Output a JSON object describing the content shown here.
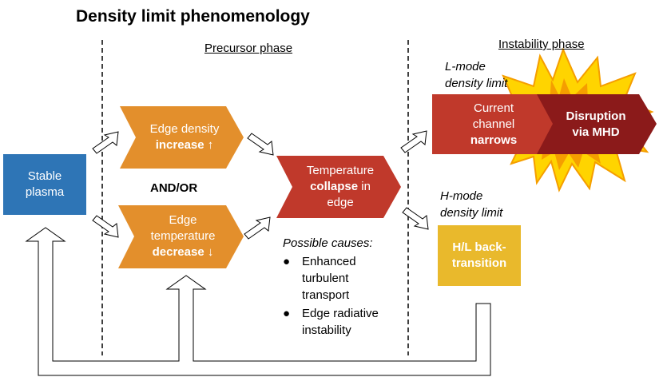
{
  "title": "Density limit phenomenology",
  "phases": {
    "precursor": "Precursor phase",
    "instability": "Instability phase"
  },
  "nodes": {
    "stable": {
      "line1": "Stable",
      "line2": "plasma",
      "color": "#2e75b6"
    },
    "edge_density": {
      "line1": "Edge density",
      "bold": "increase",
      "arrow": "↑",
      "color": "#e38f2c"
    },
    "andor": "AND/OR",
    "edge_temp": {
      "line1": "Edge",
      "line2": "temperature",
      "bold": "decrease",
      "arrow": "↓",
      "color": "#e38f2c"
    },
    "temp_collapse": {
      "line1": "Temperature",
      "bold": "collapse",
      "rest": " in",
      "line3": "edge",
      "color": "#c0392b"
    },
    "current": {
      "line1": "Current",
      "line2": "channel",
      "bold": "narrows",
      "color": "#c0392b"
    },
    "disruption": {
      "line1": "Disruption",
      "line2": "via MHD",
      "color": "#8b1a1a"
    },
    "hl": {
      "line1": "H/L back-",
      "line2": "transition",
      "color": "#e9b92c"
    }
  },
  "labels": {
    "lmode": {
      "line1": "L-mode",
      "line2": "density limit"
    },
    "hmode": {
      "line1": "H-mode",
      "line2": "density limit"
    },
    "causes_title": "Possible causes:",
    "causes": [
      {
        "line1": "Enhanced",
        "line2": "turbulent",
        "line3": "transport"
      },
      {
        "line1": "Edge radiative",
        "line2": "instability"
      }
    ],
    "bullet": "●"
  },
  "explosion": {
    "outer": "#ffd400",
    "inner": "#f59e00"
  }
}
